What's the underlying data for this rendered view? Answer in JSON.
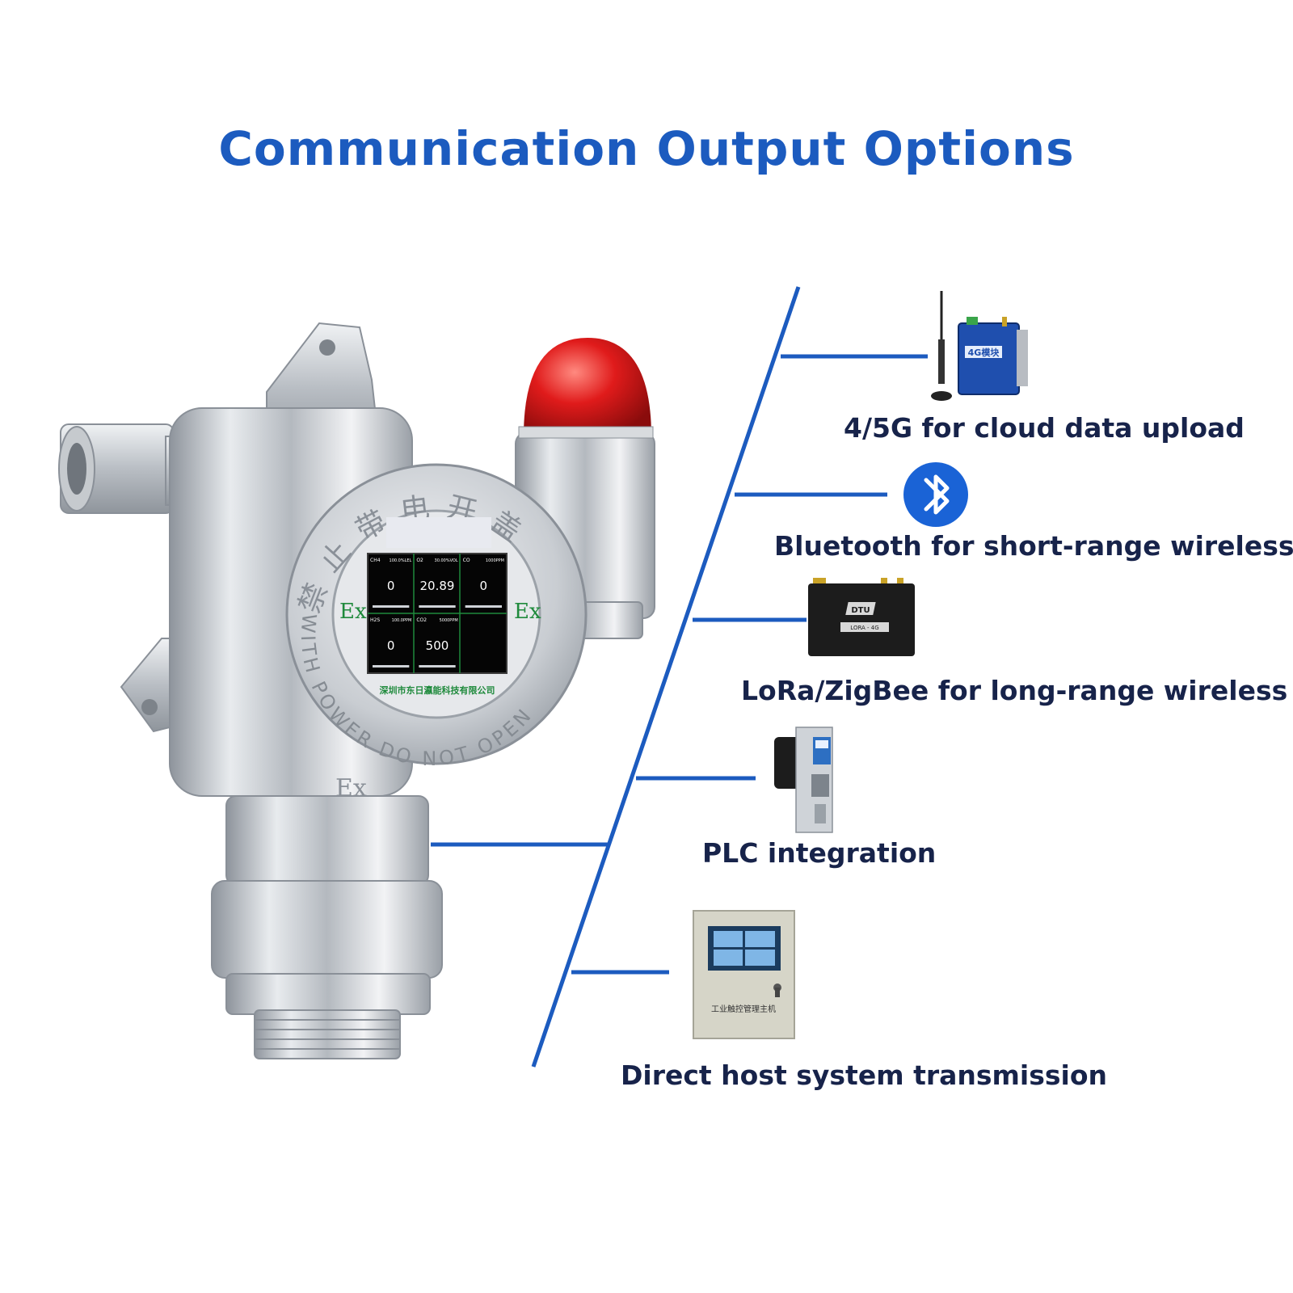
{
  "title": "Communication Output Options",
  "colors": {
    "title": "#1c5bbf",
    "connector": "#1c5bbf",
    "label": "#17234a",
    "beacon": "#d81e1e",
    "screen_value": "#ffffff",
    "company_text": "#1f8a3c"
  },
  "options": [
    {
      "label": "4/5G for cloud data upload",
      "icon": "4g-module-icon",
      "module_text": "4G模块"
    },
    {
      "label": "Bluetooth for short-range wireless",
      "icon": "bluetooth-icon"
    },
    {
      "label": "LoRa/ZigBee for long-range wireless",
      "icon": "lora-dtu-icon",
      "module_text": "DTU",
      "module_subtext": "LORA - 4G"
    },
    {
      "label": "PLC integration",
      "icon": "plc-module-icon"
    },
    {
      "label": "Direct host system transmission",
      "icon": "host-controller-icon",
      "module_text": "工业触控管理主机"
    }
  ],
  "device": {
    "ring_text_top": "禁止带电开盖",
    "ring_text_bottom": "WITH POWER DO NOT OPEN",
    "ex_mark": "Ex",
    "company": "深圳市东日瀛能科技有限公司",
    "screen_cells": [
      {
        "gas": "CH4",
        "range": "100.0%LEL",
        "value": "0"
      },
      {
        "gas": "O2",
        "range": "30.00%VOL",
        "value": "20.89"
      },
      {
        "gas": "CO",
        "range": "1000PPM",
        "value": "0"
      },
      {
        "gas": "H2S",
        "range": "100.0PPM",
        "value": "0"
      },
      {
        "gas": "CO2",
        "range": "5000PPM",
        "value": "500"
      },
      {
        "gas": "",
        "range": "",
        "value": ""
      }
    ]
  }
}
